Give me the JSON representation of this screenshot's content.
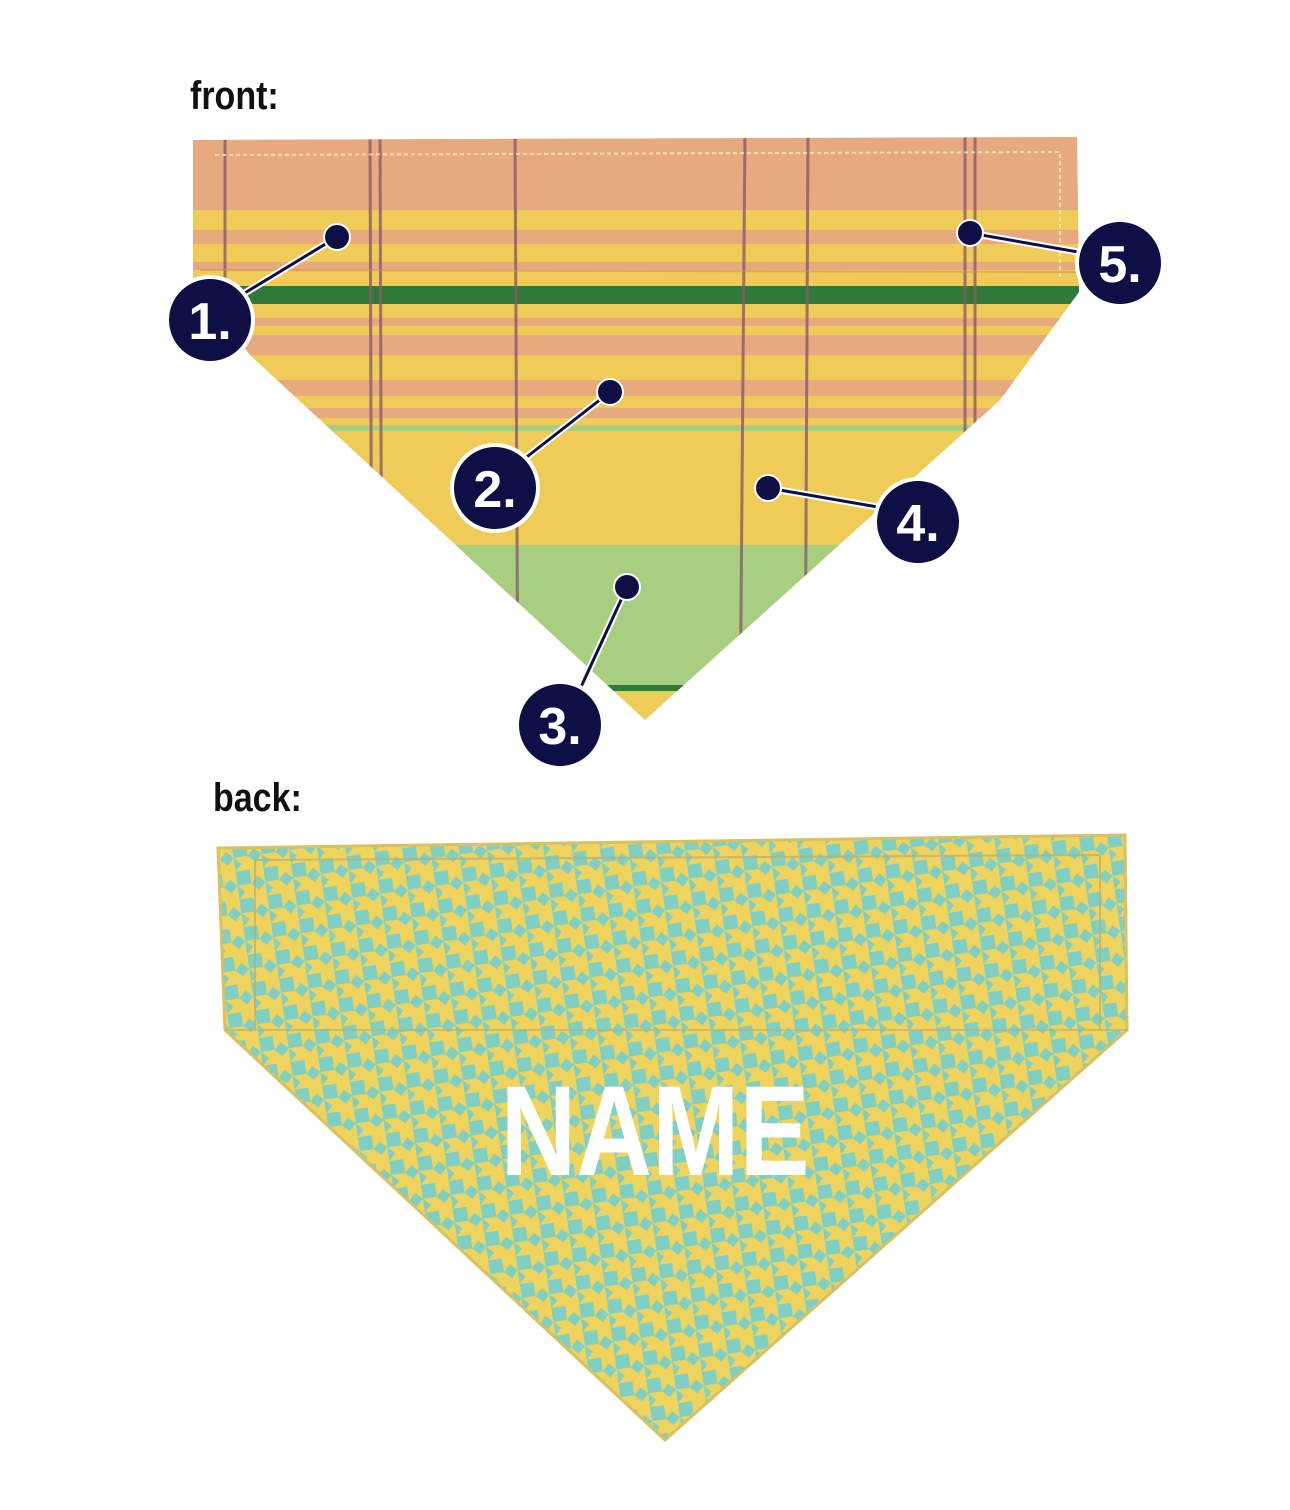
{
  "front": {
    "label": "front:",
    "callouts": [
      {
        "number": "1."
      },
      {
        "number": "2."
      },
      {
        "number": "3."
      },
      {
        "number": "4."
      },
      {
        "number": "5."
      }
    ]
  },
  "back": {
    "label": "back:",
    "name_text": "NAME"
  },
  "colors": {
    "callout_fill": "#0e0f45",
    "plaid_peach": "#e7a97e",
    "plaid_yellow": "#efcb57",
    "plaid_green": "#2f7a3a",
    "plaid_lightgreen": "#a8cf80",
    "plaid_purple": "#8a5a6a",
    "houndstooth_yellow": "#efd35c",
    "houndstooth_teal": "#7fcfc4"
  }
}
